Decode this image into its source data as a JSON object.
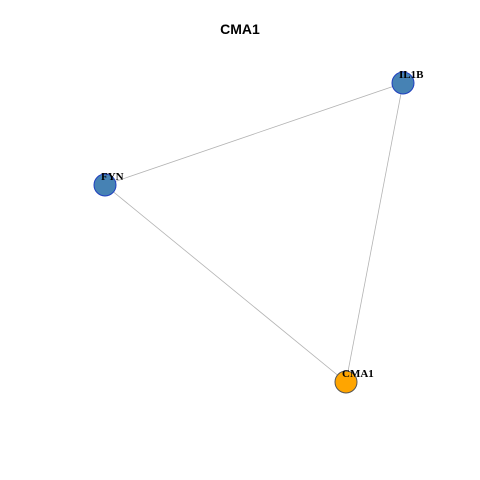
{
  "title": "CMA1",
  "graph": {
    "nodes": [
      {
        "id": "IL1B",
        "label": "IL1B",
        "color": "#4682b4",
        "border": "#1f3fbf"
      },
      {
        "id": "FYN",
        "label": "FYN",
        "color": "#4682b4",
        "border": "#1f3fbf"
      },
      {
        "id": "CMA1",
        "label": "CMA1",
        "color": "#ffa500",
        "border": "#555555"
      }
    ],
    "edges": [
      {
        "source": "FYN",
        "target": "IL1B"
      },
      {
        "source": "FYN",
        "target": "CMA1"
      },
      {
        "source": "IL1B",
        "target": "CMA1"
      }
    ]
  }
}
